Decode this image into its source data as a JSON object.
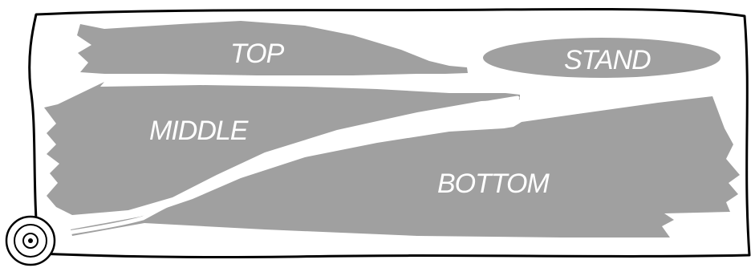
{
  "colors": {
    "region_fill": "#a0a0a0",
    "label_text": "#ffffff",
    "frame_stroke": "#000000",
    "background": "#ffffff"
  },
  "regions": {
    "top": {
      "label": "TOP"
    },
    "stand": {
      "label": "STAND"
    },
    "middle": {
      "label": "MIDDLE"
    },
    "bottom": {
      "label": "BOTTOM"
    }
  },
  "scroll_end_icon": "bullseye-icon"
}
